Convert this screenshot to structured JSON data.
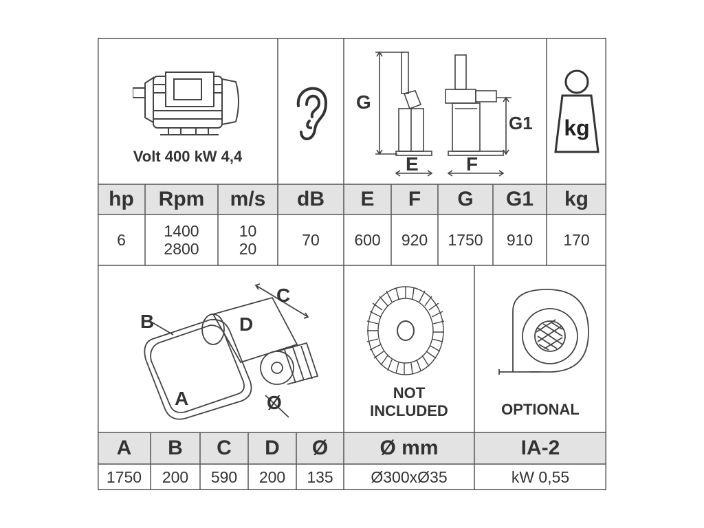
{
  "motor": {
    "caption": "Volt 400 kW 4,4"
  },
  "dims_drawing": {
    "label_g": "G",
    "label_g1": "G1",
    "label_e": "E",
    "label_f": "F"
  },
  "weight_icon": {
    "label": "kg"
  },
  "table1": {
    "headers": [
      "hp",
      "Rpm",
      "m/s",
      "dB",
      "E",
      "F",
      "G",
      "G1",
      "kg"
    ],
    "values": {
      "hp": "6",
      "rpm_1": "1400",
      "rpm_2": "2800",
      "ms_1": "10",
      "ms_2": "20",
      "db": "70",
      "e": "600",
      "f": "920",
      "g": "1750",
      "g1": "910",
      "kg": "170"
    }
  },
  "belt_drawing": {
    "label_a": "A",
    "label_b": "B",
    "label_c": "C",
    "label_d": "D",
    "label_dia": "Ø"
  },
  "wheel": {
    "line1": "NOT",
    "line2": "INCLUDED"
  },
  "fan": {
    "caption": "OPTIONAL"
  },
  "table2": {
    "headers": [
      "A",
      "B",
      "C",
      "D",
      "Ø",
      "Ø mm",
      "IA-2"
    ],
    "values": [
      "1750",
      "200",
      "590",
      "200",
      "135",
      "Ø300xØ35",
      "kW 0,55"
    ]
  }
}
